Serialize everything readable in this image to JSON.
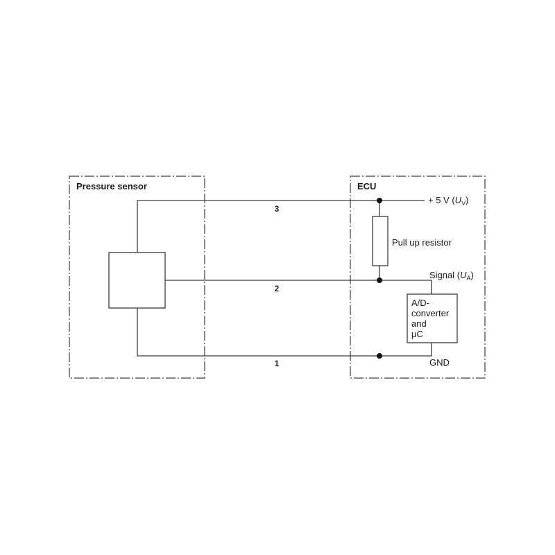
{
  "diagram": {
    "blocks": {
      "pressure_sensor": {
        "title": "Pressure sensor"
      },
      "ecu": {
        "title": "ECU"
      }
    },
    "wires": [
      {
        "number": "3",
        "label": "+ 5 V (",
        "symbol": "U",
        "subscript": "V",
        "close": ")"
      },
      {
        "number": "2",
        "label": "Signal (",
        "symbol": "U",
        "subscript": "A",
        "close": ")"
      },
      {
        "number": "1",
        "label": "GND"
      }
    ],
    "components": {
      "pull_up_resistor": {
        "label": "Pull up resistor"
      },
      "adc": {
        "lines": [
          "A/D-",
          "converter",
          "and",
          "μC"
        ]
      }
    },
    "colors": {
      "line": "#3a3a3a",
      "text": "#1a1a1a",
      "background": "#ffffff"
    }
  }
}
